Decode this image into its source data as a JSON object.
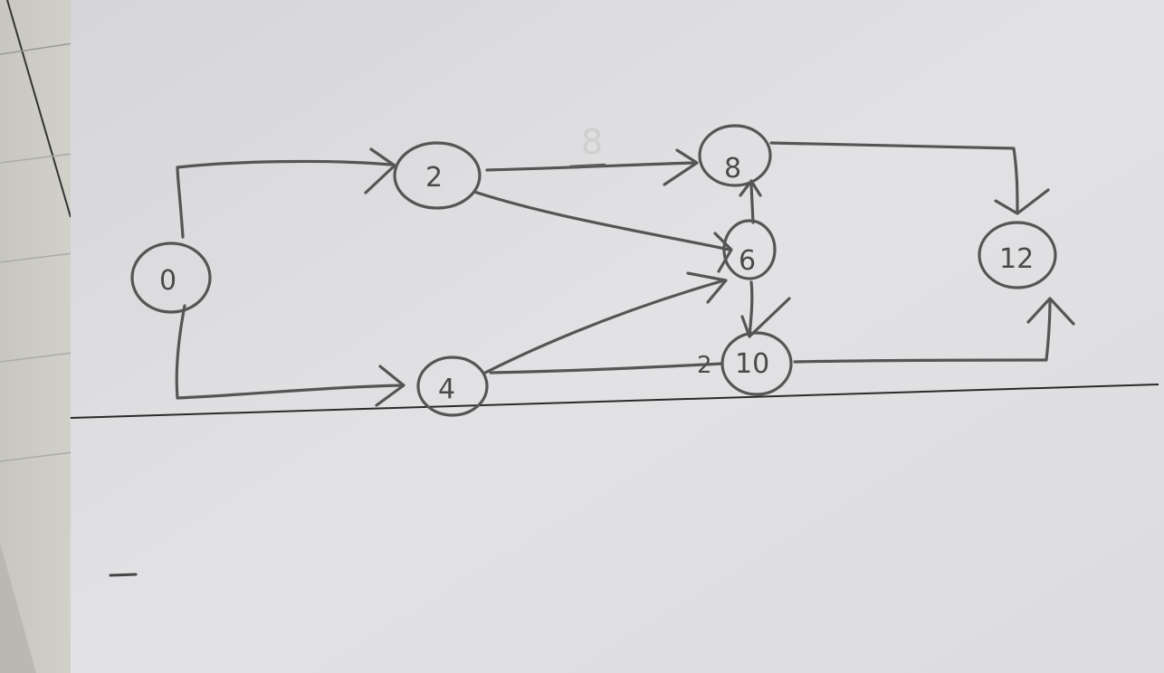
{
  "diagram": {
    "nodes": [
      {
        "id": "n0",
        "label": "0"
      },
      {
        "id": "n2",
        "label": "2"
      },
      {
        "id": "n4",
        "label": "4"
      },
      {
        "id": "n6",
        "label": "6"
      },
      {
        "id": "n8",
        "label": "8"
      },
      {
        "id": "n10",
        "label": "10"
      },
      {
        "id": "n12",
        "label": "12"
      }
    ],
    "edges": [
      {
        "from": "0",
        "to": "2"
      },
      {
        "from": "0",
        "to": "4"
      },
      {
        "from": "2",
        "to": "8"
      },
      {
        "from": "2",
        "to": "6"
      },
      {
        "from": "4",
        "to": "6"
      },
      {
        "from": "4",
        "to": "10"
      },
      {
        "from": "6",
        "to": "8"
      },
      {
        "from": "6",
        "to": "10"
      },
      {
        "from": "8",
        "to": "12"
      },
      {
        "from": "10",
        "to": "12"
      }
    ],
    "edge_labels": {
      "e4_10": "2"
    },
    "faint_text": "8"
  }
}
